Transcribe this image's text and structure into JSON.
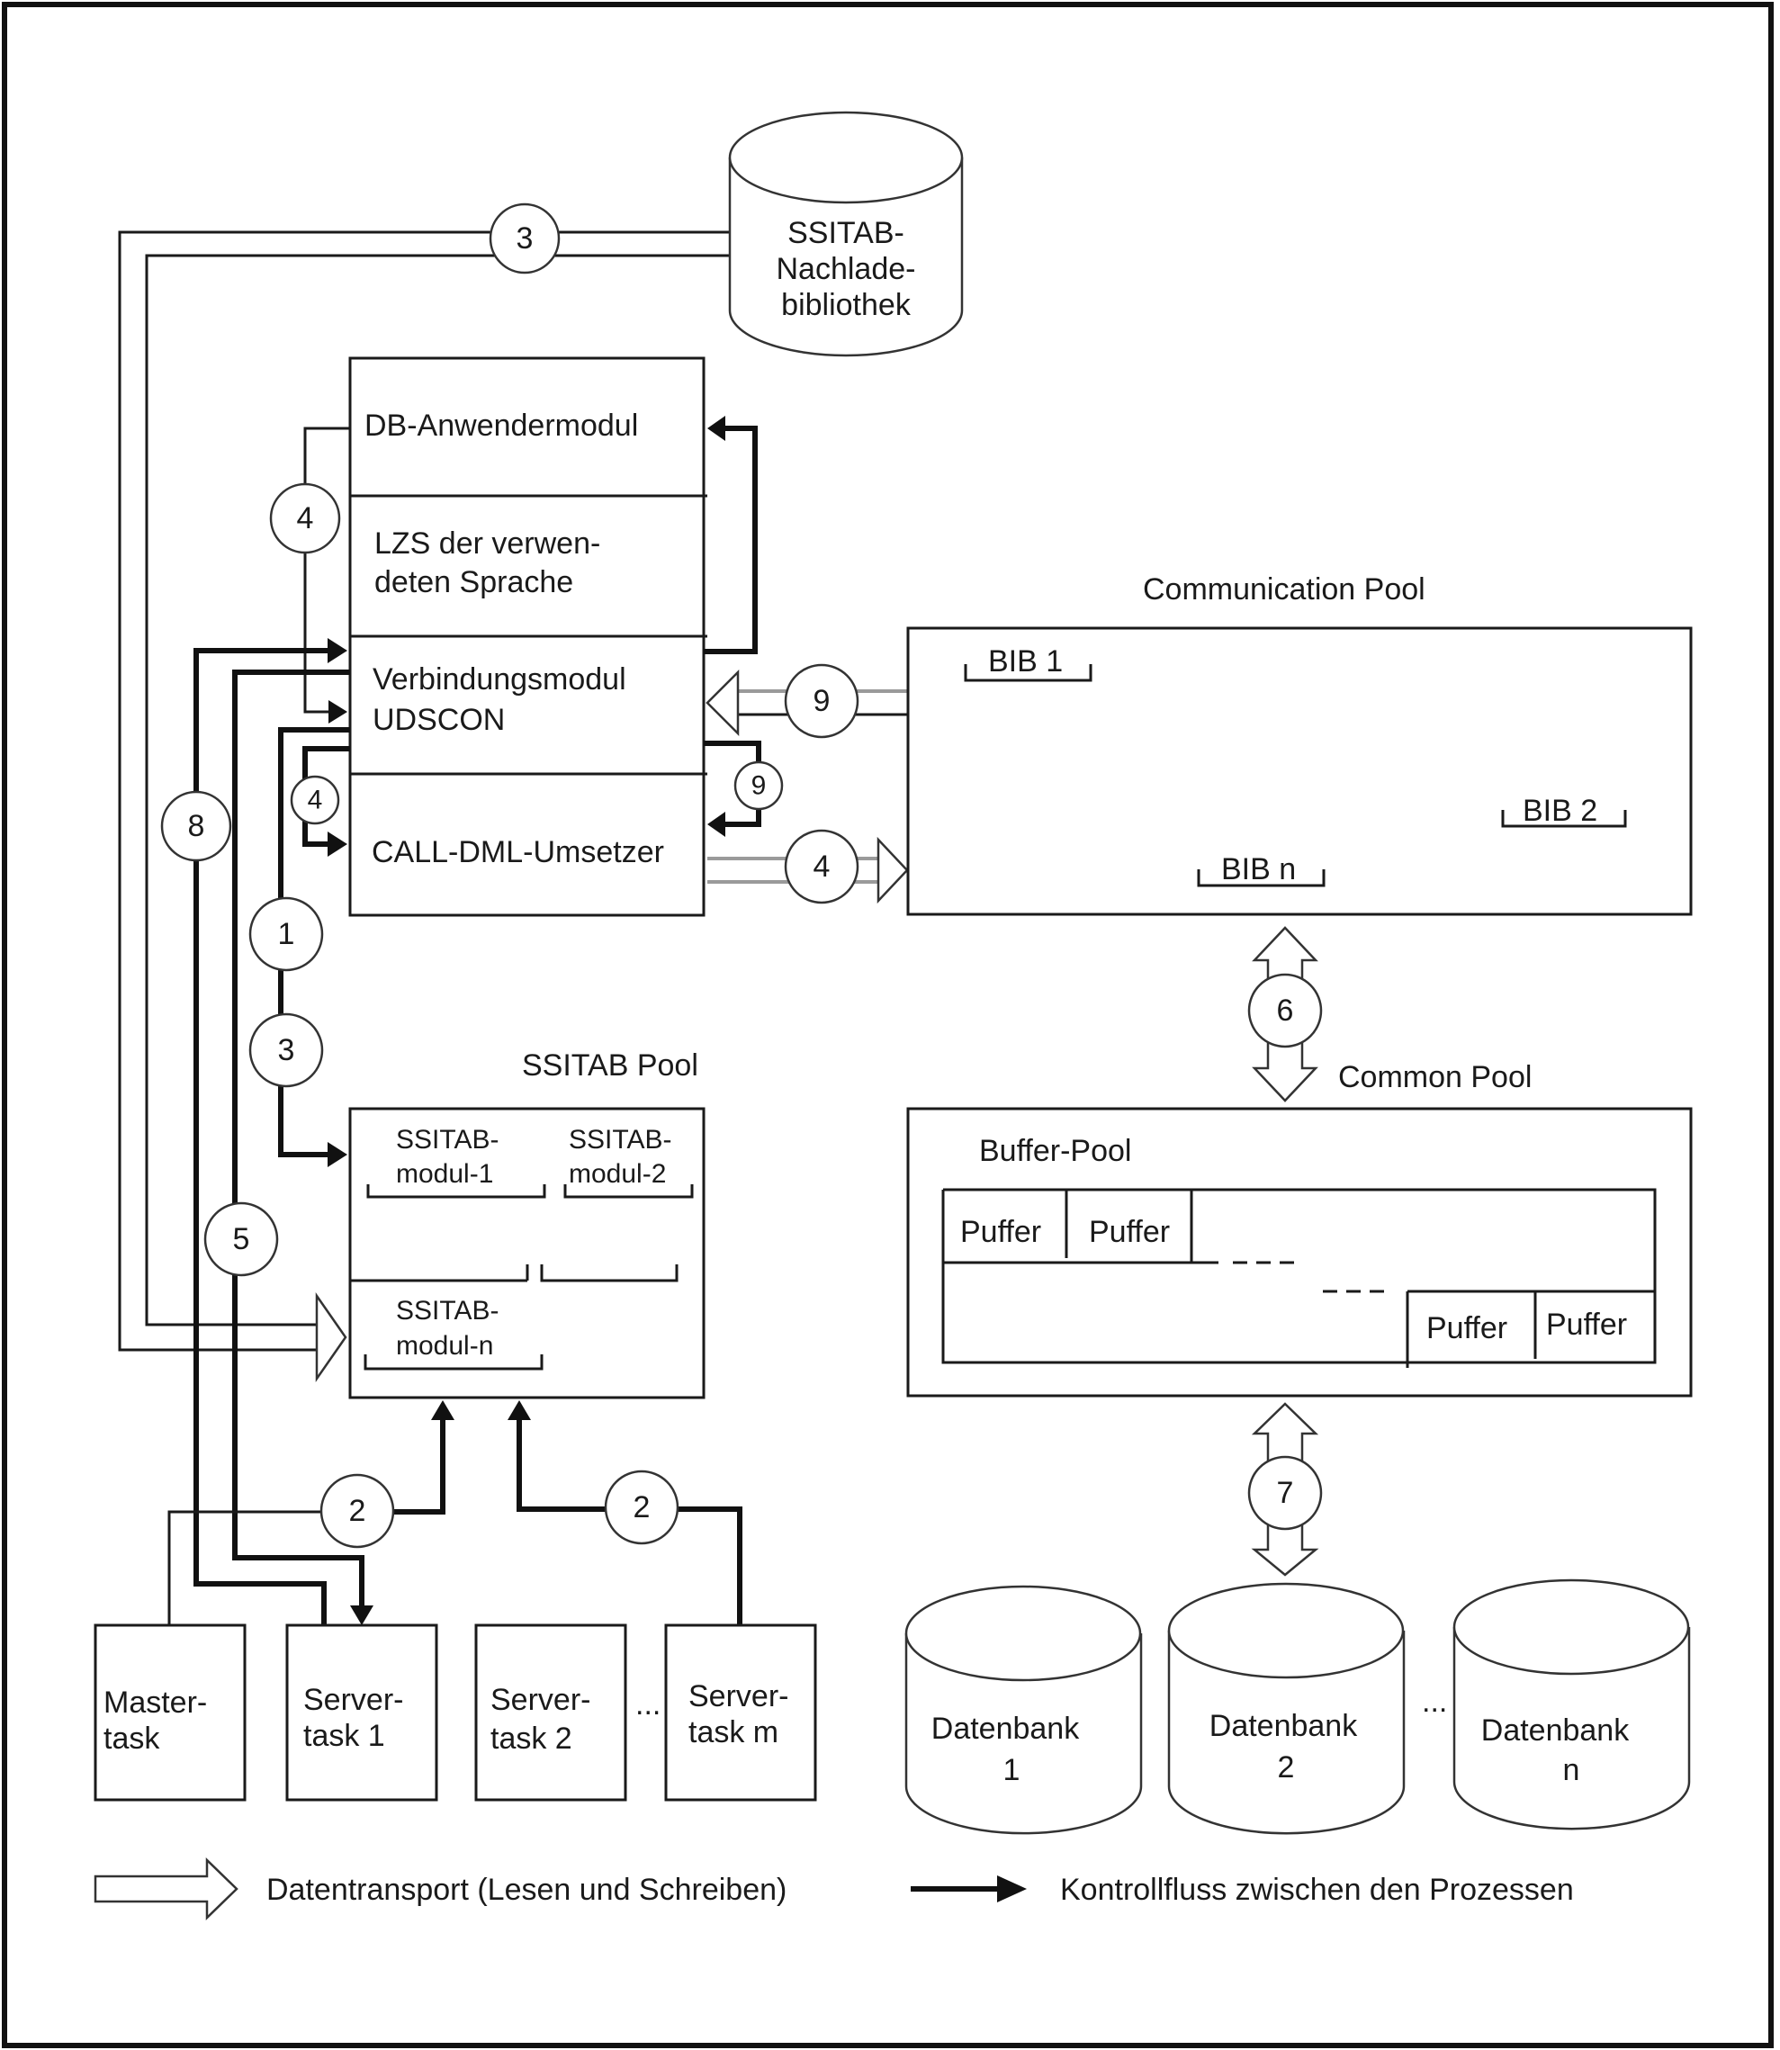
{
  "diagram": {
    "library": {
      "lines": [
        "SSITAB-",
        "Nachlade-",
        "bibliothek"
      ]
    },
    "stack": {
      "db_module": "DB-Anwendermodul",
      "lzs": [
        "LZS der verwen-",
        "deten Sprache"
      ],
      "connection": [
        "Verbindungsmodul",
        "UDSCON"
      ],
      "call_dml": "CALL-DML-Umsetzer"
    },
    "communication_pool": {
      "title": "Communication Pool",
      "bibs": [
        "BIB 1",
        "BIB 2",
        "BIB n"
      ]
    },
    "ssitab_pool": {
      "title": "SSITAB Pool",
      "modules": [
        [
          "SSITAB-",
          "modul-1"
        ],
        [
          "SSITAB-",
          "modul-2"
        ],
        [
          "SSITAB-",
          "modul-n"
        ]
      ]
    },
    "common_pool": {
      "title": "Common Pool",
      "buffer_pool_title": "Buffer-Pool",
      "buffer_label": "Puffer"
    },
    "tasks": [
      [
        "Master-",
        "task"
      ],
      [
        "Server-",
        "task 1"
      ],
      [
        "Server-",
        "task 2"
      ],
      [
        "Server-",
        "task m"
      ]
    ],
    "ellipsis": "...",
    "databases": [
      [
        "Datenbank",
        "1"
      ],
      [
        "Datenbank",
        "2"
      ],
      [
        "Datenbank",
        "n"
      ]
    ],
    "step_numbers": {
      "s1": "1",
      "s2a": "2",
      "s2b": "2",
      "s3a": "3",
      "s3b": "3",
      "s4a": "4",
      "s4b": "4",
      "s4c": "4",
      "s5": "5",
      "s6": "6",
      "s7": "7",
      "s8": "8",
      "s9a": "9",
      "s9b": "9"
    }
  },
  "legend": {
    "data_transport": "Datentransport (Lesen und Schreiben)",
    "control_flow": "Kontrollfluss zwischen den Prozessen"
  }
}
